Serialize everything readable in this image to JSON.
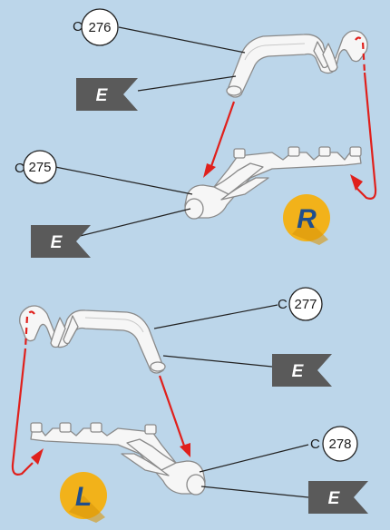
{
  "callouts": [
    {
      "letter": "C",
      "number": "276"
    },
    {
      "letter": "C",
      "number": "275"
    },
    {
      "letter": "C",
      "number": "277"
    },
    {
      "letter": "C",
      "number": "278"
    }
  ],
  "flags": [
    "E",
    "E",
    "E",
    "E"
  ],
  "side_badges": [
    {
      "label": "R",
      "bg": "#f2b21a",
      "text_color": "#1f4e8c"
    },
    {
      "label": "L",
      "bg": "#f2b21a",
      "text_color": "#1f4e8c"
    }
  ],
  "colors": {
    "background": "#bcd6ea",
    "arrow": "#e0201c",
    "flag": "#5a5a5a",
    "part": "#f6f6f6"
  }
}
